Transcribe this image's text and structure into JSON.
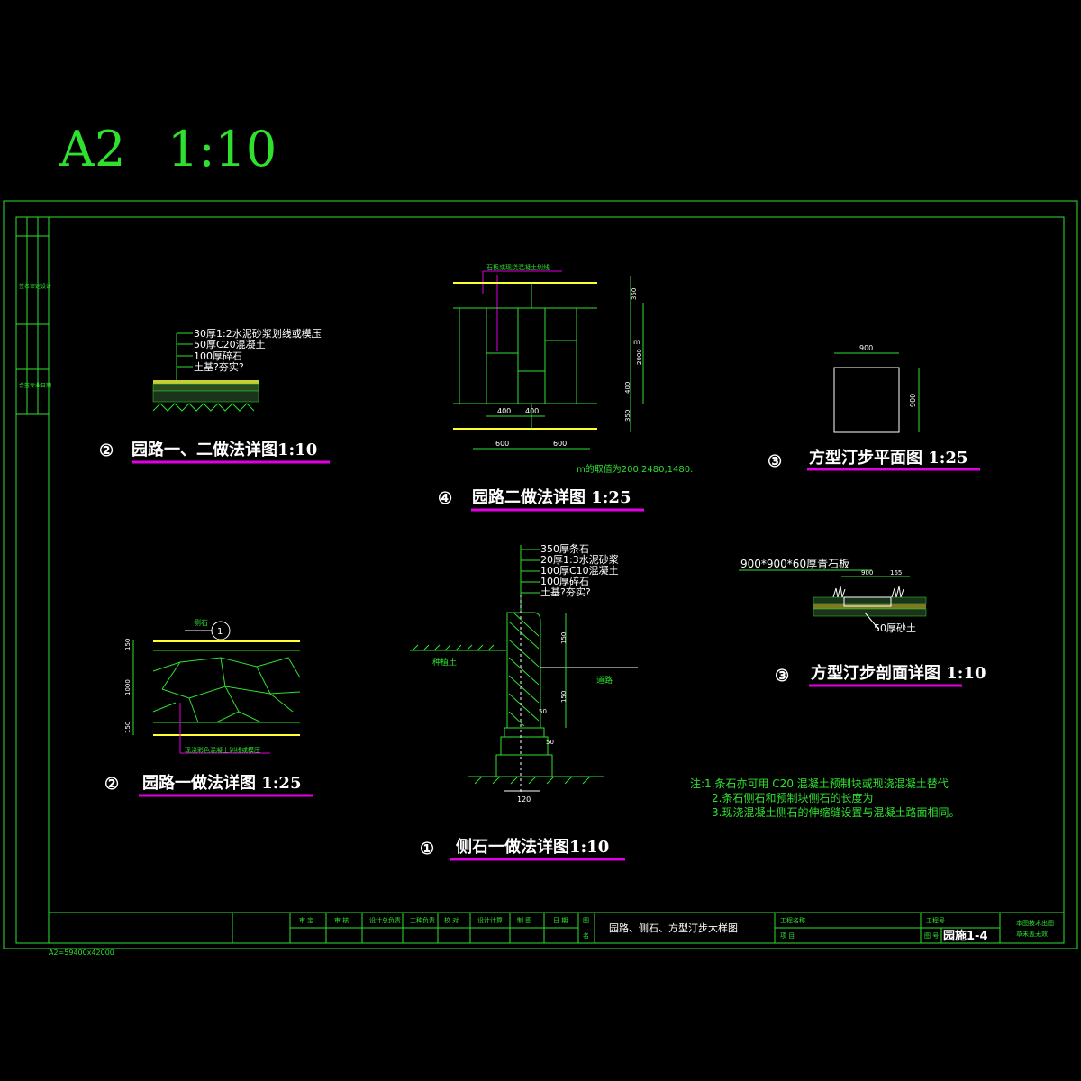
{
  "header": {
    "sheet_size": "A2",
    "scale": "1:10"
  },
  "sheet_note": "A2=59400x42000",
  "details": {
    "d1": {
      "title": "园路一、二做法详图1:10",
      "num": "②",
      "layers": [
        "30厚1:2水泥砂浆划线或模压",
        "50厚C20混凝土",
        "100厚碎石",
        "土基?夯实?"
      ]
    },
    "d2": {
      "title": "园路二做法详图 1:25",
      "num": "④",
      "top_label": "石板或现浇混凝土划线",
      "dims_h": [
        "400",
        "400",
        "600",
        "600"
      ],
      "dims_v": [
        "350",
        "2000",
        "400",
        "350"
      ],
      "m_label": "m",
      "note": "m的取值为200,2480,1480."
    },
    "d3": {
      "title": "方型汀步平面图 1:25",
      "num": "③",
      "w": "900",
      "h": "900"
    },
    "d4": {
      "title": "园路一做法详图 1:25",
      "num": "②",
      "label_top": "侧石",
      "callout": "1",
      "dims": [
        "150",
        "1000",
        "150"
      ],
      "bottom_label": "现浇彩色混凝土划线或模压"
    },
    "d5": {
      "title": "侧石一做法详图1:10",
      "num": "①",
      "layers": [
        "350厚条石",
        "20厚1:3水泥砂浆",
        "100厚C10混凝土",
        "100厚碎石",
        "土基?夯实?"
      ],
      "left_label": "种植土",
      "right_label": "道路",
      "dims": [
        "150",
        "150",
        "50",
        "50",
        "120"
      ]
    },
    "d6": {
      "title": "方型汀步剖面详图 1:10",
      "num": "③",
      "top_label": "900*900*60厚青石板",
      "dims": [
        "900",
        "165"
      ],
      "bottom_label": "50厚砂土"
    }
  },
  "notes": [
    "注:1.条石亦可用 C20  混凝土预制块或现浇混凝土替代",
    "2.条石侧石和预制块侧石的长度为",
    "3.现浇混凝土侧石的伸缩缝设置与混凝土路面相同。"
  ],
  "title_block": {
    "cells": [
      "审 定",
      "审 核",
      "设计总负责",
      "工种负责",
      "校 对",
      "设计计算",
      "制 图",
      "日 期"
    ],
    "tu_label": "图",
    "ming_label": "名",
    "drawing_name": "园路、侧石、方型汀步大样图",
    "project_label": "工程名称",
    "item_label": "项 目",
    "job_label": "工程号",
    "drawing_no_label": "图 号",
    "drawing_no": "园施1-4",
    "stamp": [
      "本图技术出图",
      "章未盖无效"
    ]
  },
  "left_strip": [
    "签名",
    "审定",
    "设计",
    "会签",
    "专业",
    "日期"
  ],
  "colors": {
    "line": "#2fe02f",
    "title": "#ffffff",
    "underline": "#e000e0",
    "yellow": "#ffff33"
  }
}
